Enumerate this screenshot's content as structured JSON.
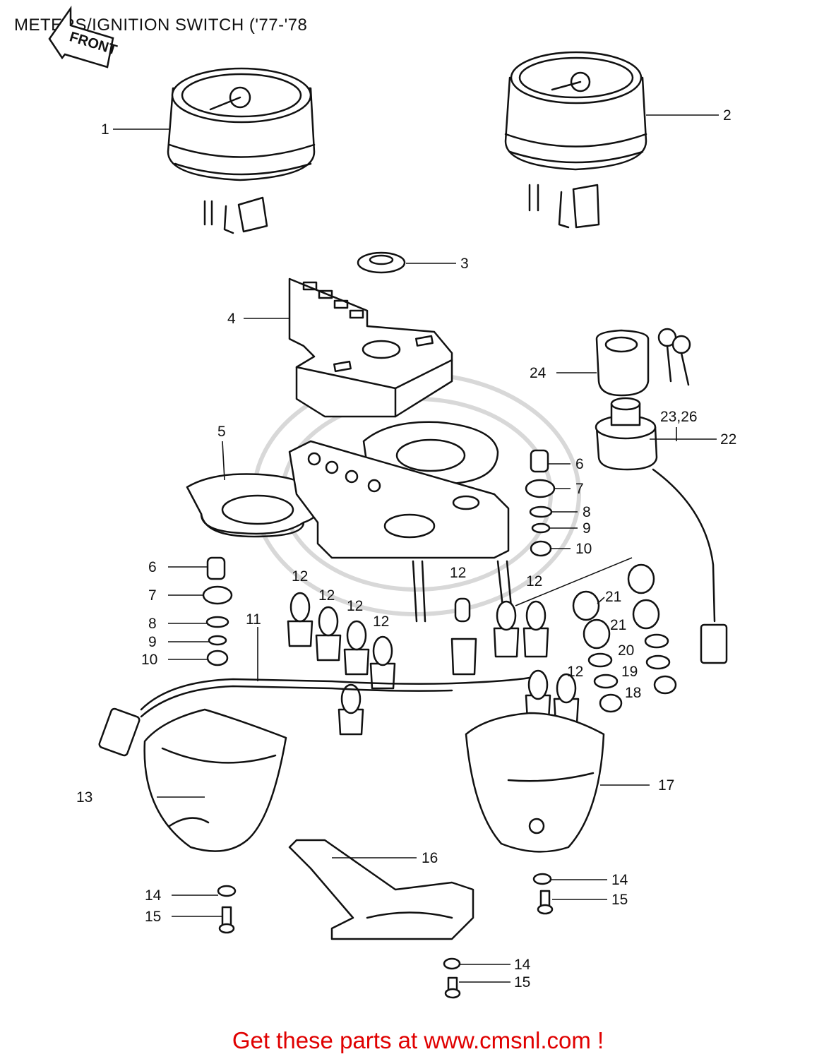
{
  "title": "METERS/IGNITION SWITCH ('77-'78",
  "front_label": "FRONT",
  "footer": "Get these parts at www.cmsnl.com !",
  "callouts": {
    "c1": "1",
    "c2": "2",
    "c3": "3",
    "c4": "4",
    "c5": "5",
    "c6a": "6",
    "c6b": "6",
    "c7a": "7",
    "c7b": "7",
    "c8a": "8",
    "c8b": "8",
    "c9a": "9",
    "c9b": "9",
    "c10a": "10",
    "c10b": "10",
    "c11": "11",
    "c12a": "12",
    "c12b": "12",
    "c12c": "12",
    "c12d": "12",
    "c12e": "12",
    "c12f": "12",
    "c12g": "12",
    "c13": "13",
    "c14a": "14",
    "c14b": "14",
    "c14c": "14",
    "c15a": "15",
    "c15b": "15",
    "c15c": "15",
    "c16": "16",
    "c17": "17",
    "c18": "18",
    "c19": "19",
    "c20": "20",
    "c21a": "21",
    "c21b": "21",
    "c22": "22",
    "c2326": "23,26",
    "c24": "24"
  }
}
